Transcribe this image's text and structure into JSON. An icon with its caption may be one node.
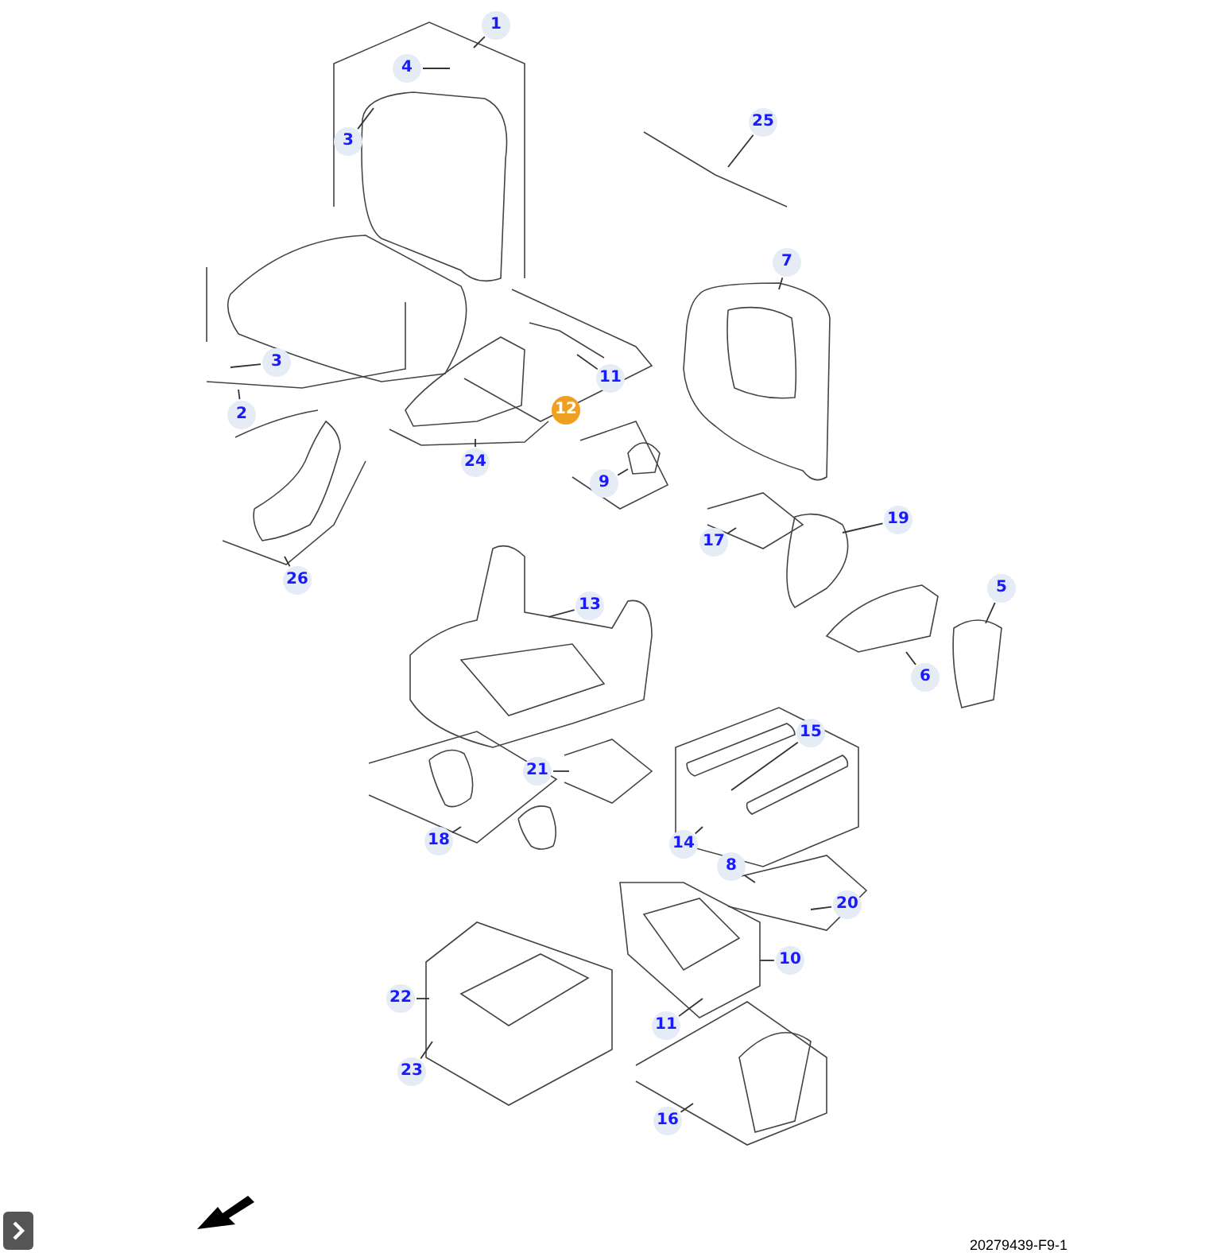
{
  "diagram": {
    "nodes": [
      {
        "text": [
          "1"
        ]
      },
      {
        "text": [
          "4"
        ]
      },
      {
        "text": [
          "3"
        ]
      },
      {
        "text": [
          "25"
        ]
      },
      {
        "text": [
          "7"
        ]
      },
      {
        "text": [
          "3"
        ]
      },
      {
        "text": [
          "11"
        ]
      },
      {
        "text": [
          "2"
        ]
      },
      {
        "text": [
          "24"
        ]
      },
      {
        "text": [
          "9"
        ]
      },
      {
        "text": [
          "19"
        ]
      },
      {
        "text": [
          "17"
        ]
      },
      {
        "text": [
          "26"
        ]
      },
      {
        "text": [
          "5"
        ]
      },
      {
        "text": [
          "13"
        ]
      },
      {
        "text": [
          "6"
        ]
      },
      {
        "text": [
          "15"
        ]
      },
      {
        "text": [
          "21"
        ]
      },
      {
        "text": [
          "14"
        ]
      },
      {
        "text": [
          "18"
        ]
      },
      {
        "text": [
          "8"
        ]
      },
      {
        "text": [
          "20"
        ]
      },
      {
        "text": [
          "10"
        ]
      },
      {
        "text": [
          "22"
        ]
      },
      {
        "text": [
          "11"
        ]
      },
      {
        "text": [
          "23"
        ]
      },
      {
        "text": [
          "16"
        ]
      }
    ],
    "edges": [
      {
        "from": 0,
        "to": null,
        "arrow": "none"
      },
      {
        "from": 1,
        "to": null,
        "arrow": "none"
      },
      {
        "from": 2,
        "to": null,
        "arrow": "none"
      },
      {
        "from": 3,
        "to": null,
        "arrow": "none"
      },
      {
        "from": 4,
        "to": null,
        "arrow": "none"
      },
      {
        "from": 5,
        "to": null,
        "arrow": "none"
      },
      {
        "from": 6,
        "to": null,
        "arrow": "none"
      },
      {
        "from": 7,
        "to": null,
        "arrow": "none"
      },
      {
        "from": 8,
        "to": null,
        "arrow": "none"
      },
      {
        "from": 9,
        "to": null,
        "arrow": "none"
      },
      {
        "from": 10,
        "to": null,
        "arrow": "none"
      },
      {
        "from": 11,
        "to": null,
        "arrow": "none"
      },
      {
        "from": 12,
        "to": null,
        "arrow": "none"
      },
      {
        "from": 13,
        "to": null,
        "arrow": "none"
      },
      {
        "from": 14,
        "to": null,
        "arrow": "none"
      },
      {
        "from": 15,
        "to": null,
        "arrow": "none"
      },
      {
        "from": 16,
        "to": null,
        "arrow": "none"
      },
      {
        "from": 17,
        "to": null,
        "arrow": "none"
      },
      {
        "from": 18,
        "to": null,
        "arrow": "none"
      },
      {
        "from": 19,
        "to": null,
        "arrow": "none"
      },
      {
        "from": 20,
        "to": null,
        "arrow": "none"
      },
      {
        "from": 21,
        "to": null,
        "arrow": "none"
      },
      {
        "from": 22,
        "to": null,
        "arrow": "none"
      },
      {
        "from": 23,
        "to": null,
        "arrow": "none"
      },
      {
        "from": 24,
        "to": null,
        "arrow": "none"
      },
      {
        "from": 25,
        "to": null,
        "arrow": "none"
      },
      {
        "from": 26,
        "to": null,
        "arrow": "none"
      }
    ],
    "labels": [
      "12",
      "20279439-F9-1"
    ]
  }
}
